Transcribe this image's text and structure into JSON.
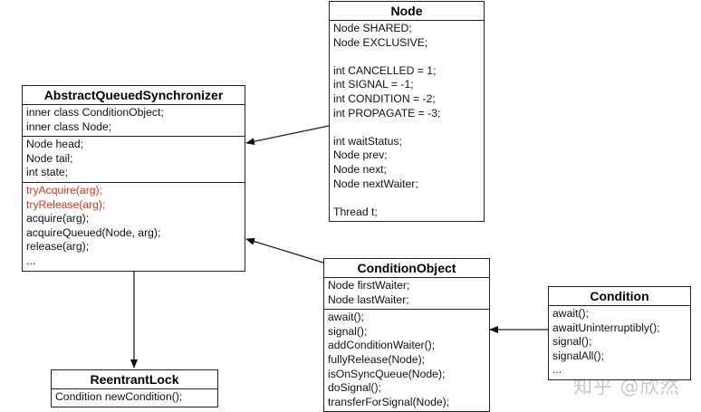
{
  "classes": [
    {
      "id": "aqs",
      "title": "AbstractQueuedSynchronizer",
      "sections": [
        [
          {
            "t": "inner class ConditionObject;"
          },
          {
            "t": "inner class Node;"
          }
        ],
        [
          {
            "t": "Node head;"
          },
          {
            "t": "Node tail;"
          },
          {
            "t": "int state;"
          }
        ],
        [
          {
            "t": "tryAcquire(arg);",
            "highlight": true
          },
          {
            "t": "tryRelease(arg);",
            "highlight": true
          },
          {
            "t": "acquire(arg);"
          },
          {
            "t": "acquireQueued(Node, arg);"
          },
          {
            "t": "release(arg);"
          },
          {
            "t": "..."
          }
        ]
      ]
    },
    {
      "id": "node",
      "title": "Node",
      "sections": [
        [
          {
            "t": "Node SHARED;"
          },
          {
            "t": "Node EXCLUSIVE;"
          },
          {
            "t": ""
          },
          {
            "t": "int CANCELLED = 1;"
          },
          {
            "t": "int SIGNAL = -1;"
          },
          {
            "t": "int CONDITION = -2;"
          },
          {
            "t": "int PROPAGATE = -3;"
          },
          {
            "t": ""
          },
          {
            "t": "int waitStatus;"
          },
          {
            "t": "Node prev;"
          },
          {
            "t": "Node next;"
          },
          {
            "t": "Node nextWaiter;"
          },
          {
            "t": ""
          },
          {
            "t": "Thread t;"
          }
        ]
      ]
    },
    {
      "id": "condition-object",
      "title": "ConditionObject",
      "sections": [
        [
          {
            "t": "Node firstWaiter;"
          },
          {
            "t": "Node lastWaiter;"
          }
        ],
        [
          {
            "t": "await();"
          },
          {
            "t": "signal();"
          },
          {
            "t": "addConditionWaiter();"
          },
          {
            "t": "fullyRelease(Node);"
          },
          {
            "t": "isOnSyncQueue(Node);"
          },
          {
            "t": "doSignal();"
          },
          {
            "t": "transferForSignal(Node);"
          }
        ]
      ]
    },
    {
      "id": "condition",
      "title": "Condition",
      "sections": [
        [
          {
            "t": "await();"
          },
          {
            "t": "awaitUninterruptibly();"
          },
          {
            "t": "signal();"
          },
          {
            "t": "signalAll();"
          },
          {
            "t": "..."
          }
        ]
      ]
    },
    {
      "id": "reentrant-lock",
      "title": "ReentrantLock",
      "sections": [
        [
          {
            "t": "Condition newCondition();"
          }
        ]
      ]
    }
  ],
  "relations": [
    {
      "from": "node",
      "to": "aqs"
    },
    {
      "from": "condition-object",
      "to": "aqs"
    },
    {
      "from": "condition",
      "to": "condition-object"
    },
    {
      "from": "aqs",
      "to": "reentrant-lock"
    }
  ],
  "colors": {
    "highlight": "#d0391f",
    "line": "#222222"
  },
  "watermark": "知乎 @欣然"
}
